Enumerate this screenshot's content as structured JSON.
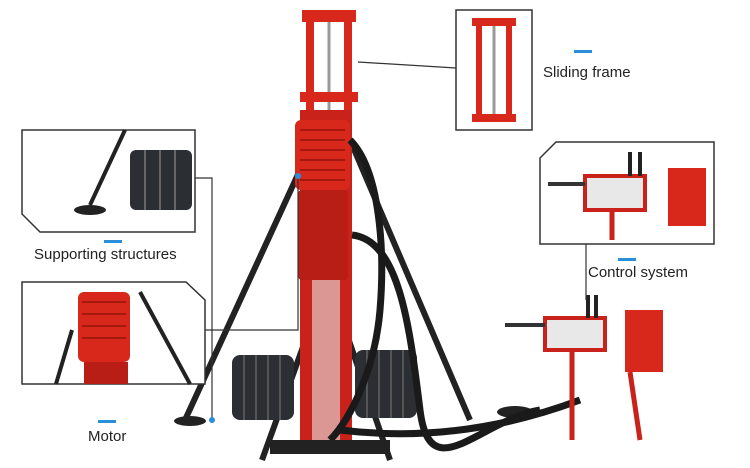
{
  "labels": {
    "sliding_frame": "Sliding frame",
    "supporting_structures": "Supporting structures",
    "control_system": "Control system",
    "motor": "Motor"
  },
  "colors": {
    "rig_red": "#d8281c",
    "rig_dark_red": "#a51810",
    "hose_black": "#1a1a1a",
    "weight_dark": "#2b2e33",
    "accent_blue": "#2a8ed8",
    "leader_line": "#333333"
  }
}
